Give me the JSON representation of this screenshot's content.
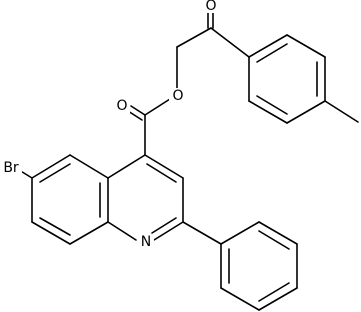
{
  "structure": {
    "atom_labels": {
      "carbonyl_oxygen_ketone": "O",
      "carbonyl_oxygen_ester": "O",
      "ester_oxygen": "O",
      "ring_nitrogen": "N",
      "bromine": "Br"
    }
  }
}
